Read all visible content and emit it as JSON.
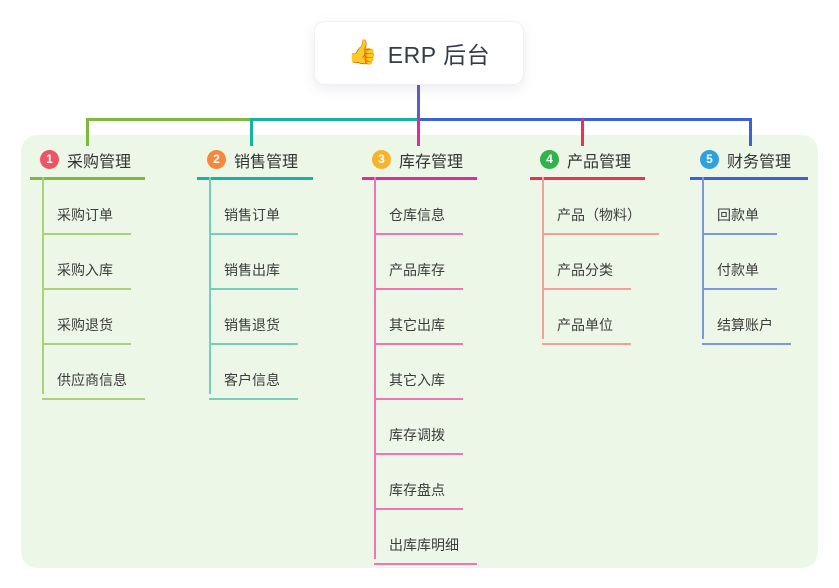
{
  "root": {
    "emoji": "👍",
    "title": "ERP 后台"
  },
  "branches": [
    {
      "num": "1",
      "title": "采购管理",
      "badge_color": "#ed5565",
      "line_color": "#7cb93e",
      "child_line_color": "#a9d178",
      "children": [
        "采购订单",
        "采购入库",
        "采购退货",
        "供应商信息"
      ]
    },
    {
      "num": "2",
      "title": "销售管理",
      "badge_color": "#f6883e",
      "line_color": "#14b3a6",
      "child_line_color": "#72cfc0",
      "children": [
        "销售订单",
        "销售出库",
        "销售退货",
        "客户信息"
      ]
    },
    {
      "num": "3",
      "title": "库存管理",
      "badge_color": "#f8b32d",
      "line_color": "#dd2c9c",
      "child_line_color": "#f173b8",
      "children": [
        "仓库信息",
        "产品库存",
        "其它出库",
        "其它入库",
        "库存调拨",
        "库存盘点",
        "出库库明细"
      ]
    },
    {
      "num": "4",
      "title": "产品管理",
      "badge_color": "#2fb34c",
      "line_color": "#ee3150",
      "child_line_color": "#f79e98",
      "children": [
        "产品（物料）",
        "产品分类",
        "产品单位"
      ]
    },
    {
      "num": "5",
      "title": "财务管理",
      "badge_color": "#2ea2dd",
      "line_color": "#3b61d9",
      "child_line_color": "#7e97dd",
      "children": [
        "回款单",
        "付款单",
        "结算账户"
      ]
    }
  ],
  "connector": {
    "root_line_color": "#555fd1"
  },
  "panel_color": "#edf7e7",
  "canvas_color": "#ffffff"
}
